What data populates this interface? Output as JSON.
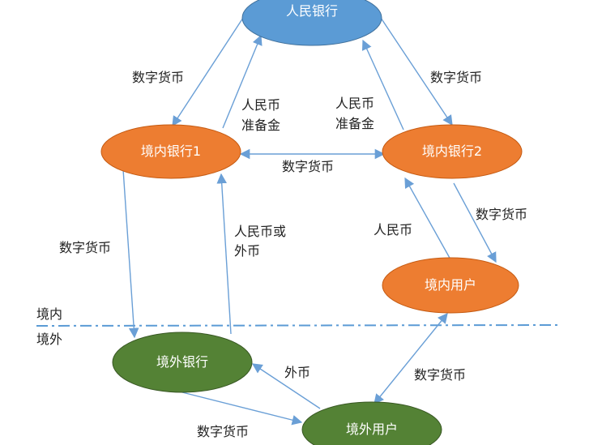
{
  "colors": {
    "central_bank": "#5b9bd5",
    "domestic": "#ed7d31",
    "foreign": "#548235",
    "arrow": "#6a9fd6",
    "border": "#5b9bd5"
  },
  "nodes": {
    "central_bank": "人民银行",
    "domestic_bank_1": "境内银行1",
    "domestic_bank_2": "境内银行2",
    "domestic_user": "境内用户",
    "foreign_bank": "境外银行",
    "foreign_user": "境外用户"
  },
  "edges": {
    "cb_to_bank1": "数字货币",
    "bank1_to_cb_line1": "人民币",
    "bank1_to_cb_line2": "准备金",
    "bank2_to_cb_line1": "人民币",
    "bank2_to_cb_line2": "准备金",
    "cb_to_bank2": "数字货币",
    "bank1_bank2": "数字货币",
    "bank2_to_user": "数字货币",
    "user_to_bank2": "人民币",
    "bank1_to_foreign_bank": "数字货币",
    "foreign_bank_to_bank1_line1": "人民币或",
    "foreign_bank_to_bank1_line2": "外币",
    "foreign_user_to_foreign_bank": "外币",
    "foreign_bank_to_foreign_user": "数字货币",
    "domestic_user_foreign_user": "数字货币"
  },
  "zones": {
    "domestic": "境内",
    "foreign": "境外"
  }
}
